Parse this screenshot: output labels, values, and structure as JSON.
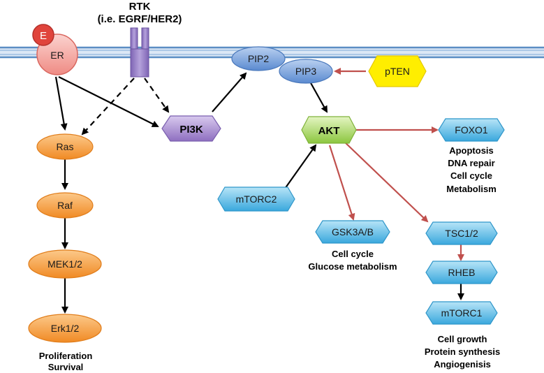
{
  "rtk": {
    "label": "RTK",
    "sublabel": "(i.e. EGRF/HER2)"
  },
  "nodes": {
    "e": "E",
    "er": "ER",
    "pip2": "PIP2",
    "pip3": "PIP3",
    "pten": "pTEN",
    "pi3k": "PI3K",
    "akt": "AKT",
    "ras": "Ras",
    "raf": "Raf",
    "mek": "MEK1/2",
    "erk": "Erk1/2",
    "mtorc2": "mTORC2",
    "foxo1": "FOXO1",
    "gsk3": "GSK3A/B",
    "tsc": "TSC1/2",
    "rheb": "RHEB",
    "mtorc1": "mTORC1"
  },
  "notes": {
    "erk": [
      "Proliferation",
      "Survival"
    ],
    "foxo1": [
      "Apoptosis",
      "DNA repair",
      "Cell cycle",
      "Metabolism"
    ],
    "gsk3": [
      "Cell cycle",
      "Glucose metabolism"
    ],
    "mtorc1": [
      "Cell growth",
      "Protein synthesis",
      "Angiogenisis"
    ]
  },
  "colors": {
    "membrane": "#5b8ec4",
    "activation_arrow": "#000000",
    "akt_arrow": "#c0504d",
    "orange_node": "#f59a3a",
    "blue_node": "#4fb6e4",
    "pi3k": "#9b7fc4",
    "akt": "#a8d65c",
    "pten": "#ffee00",
    "er": "#f4a6a0",
    "e": "#e0443c"
  }
}
